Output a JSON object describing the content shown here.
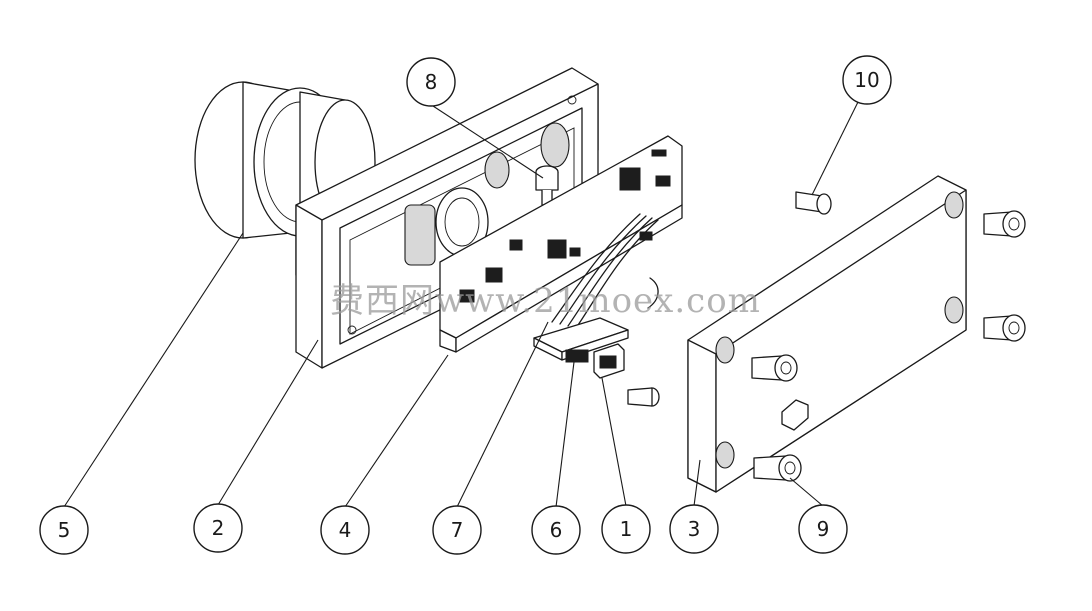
{
  "callouts": [
    {
      "label": "1"
    },
    {
      "label": "2"
    },
    {
      "label": "3"
    },
    {
      "label": "4"
    },
    {
      "label": "5"
    },
    {
      "label": "6"
    },
    {
      "label": "7"
    },
    {
      "label": "8"
    },
    {
      "label": "9"
    },
    {
      "label": "10"
    }
  ],
  "watermark": "费西网www.21moex.com",
  "colors": {
    "line": "#1a1a1a",
    "chip": "#1d1d1d",
    "watermark": "#9a9a9a"
  }
}
